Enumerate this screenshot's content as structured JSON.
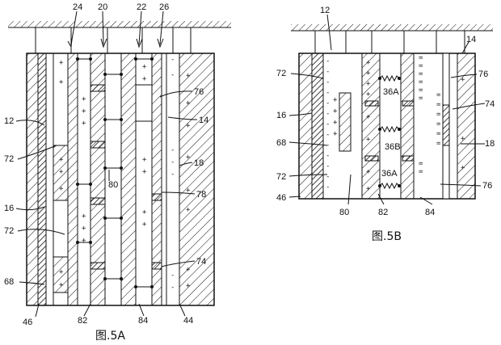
{
  "figure_5a": {
    "caption": "图.5A",
    "labels": {
      "l24": "24",
      "l20": "20",
      "l22": "22",
      "l26": "26",
      "l12": "12",
      "l72a": "72",
      "l16": "16",
      "l72b": "72",
      "l68": "68",
      "l46": "46",
      "l82": "82",
      "l84": "84",
      "l44": "44",
      "l76": "76",
      "l14": "14",
      "l18": "18",
      "l80": "80",
      "l78": "78",
      "l74": "74"
    }
  },
  "figure_5b": {
    "caption": "图.5B",
    "labels": {
      "l12": "12",
      "l14": "14",
      "l72a": "72",
      "l16": "16",
      "l68": "68",
      "l72b": "72",
      "l46": "46",
      "l80": "80",
      "l82": "82",
      "l84": "84",
      "l76a": "76",
      "l74": "74",
      "l18": "18",
      "l76b": "76",
      "l36a1": "36A",
      "l36b": "36B",
      "l36a2": "36A"
    }
  }
}
